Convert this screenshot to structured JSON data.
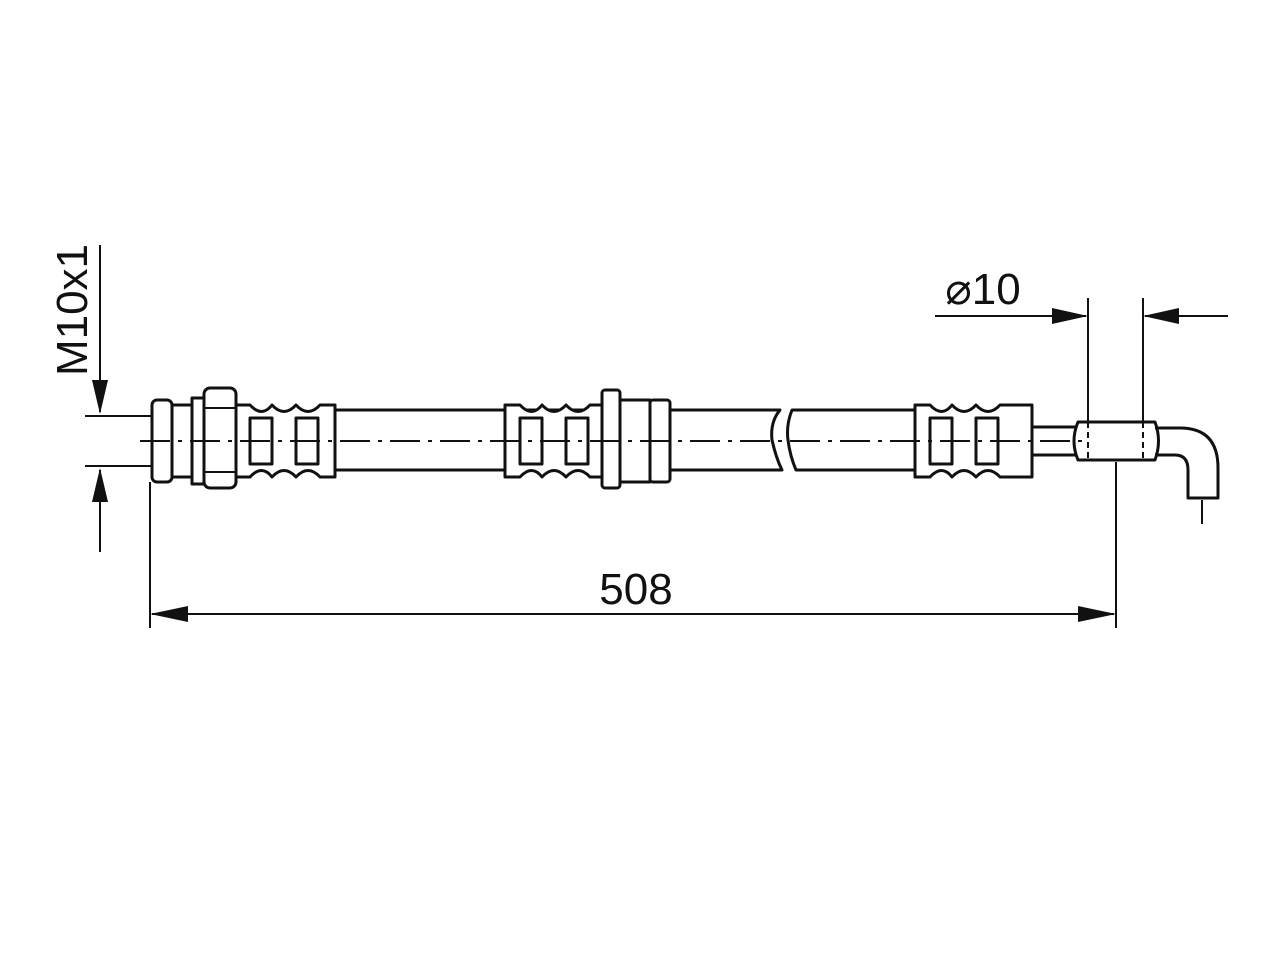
{
  "dimensions": {
    "thread": "M10x1",
    "diameter": "⌀10",
    "length": "508"
  }
}
